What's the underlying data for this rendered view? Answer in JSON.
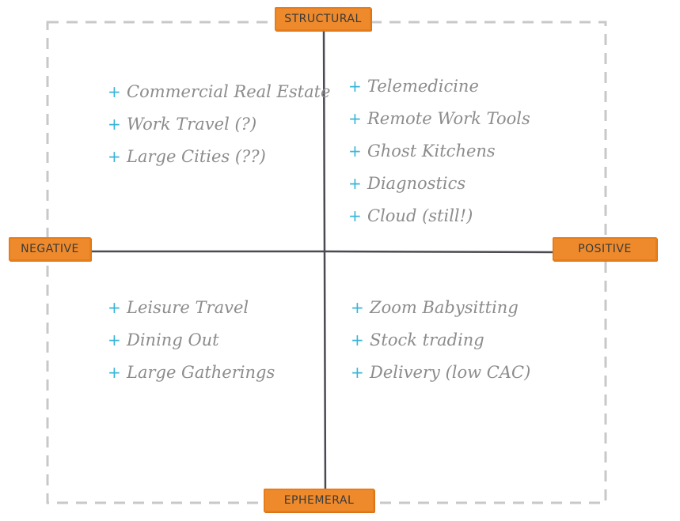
{
  "axes": {
    "top": "STRUCTURAL",
    "bottom": "EPHEMERAL",
    "left": "NEGATIVE",
    "right": "POSITIVE"
  },
  "quadrants": {
    "top_left": [
      "Commercial Real Estate",
      "Work Travel (?)",
      "Large Cities (??)"
    ],
    "top_right": [
      "Telemedicine",
      "Remote Work Tools",
      "Ghost Kitchens",
      "Diagnostics",
      "Cloud (still!)"
    ],
    "bottom_left": [
      "Leisure Travel",
      "Dining Out",
      "Large Gatherings"
    ],
    "bottom_right": [
      "Zoom Babysitting",
      "Stock trading",
      "Delivery (low CAC)"
    ]
  },
  "bullet": "+",
  "colors": {
    "label_bg": "#ee8a2b",
    "bullet": "#3bb4d8",
    "item_text": "#8c8c8c",
    "axis_line": "#4a4a52",
    "frame": "#c8c8c8"
  }
}
